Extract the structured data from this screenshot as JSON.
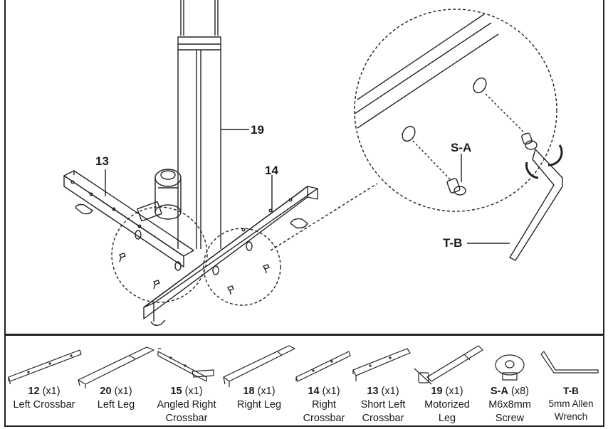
{
  "callouts": {
    "leg_motor": "19",
    "crossbar_left": "13",
    "crossbar_right": "14",
    "screw": "S-A",
    "wrench": "T-B"
  },
  "parts": [
    {
      "number": "12",
      "qty": "(x1)",
      "name_lines": [
        "Left Crossbar"
      ]
    },
    {
      "number": "20",
      "qty": "(x1)",
      "name_lines": [
        "Left Leg"
      ]
    },
    {
      "number": "15",
      "qty": "(x1)",
      "name_lines": [
        "Angled Right",
        "Crossbar"
      ]
    },
    {
      "number": "18",
      "qty": "(x1)",
      "name_lines": [
        "Right Leg"
      ]
    },
    {
      "number": "14",
      "qty": "(x1)",
      "name_lines": [
        "Right",
        "Crossbar"
      ]
    },
    {
      "number": "13",
      "qty": "(x1)",
      "name_lines": [
        "Short Left",
        "Crossbar"
      ]
    },
    {
      "number": "19",
      "qty": "(x1)",
      "name_lines": [
        "Motorized",
        "Leg"
      ]
    },
    {
      "number": "S-A",
      "qty": "(x8)",
      "name_lines": [
        "M6x8mm",
        "Screw"
      ]
    },
    {
      "number": "T-B",
      "qty": "",
      "name_lines": [
        "5mm Allen",
        "Wrench"
      ]
    }
  ]
}
